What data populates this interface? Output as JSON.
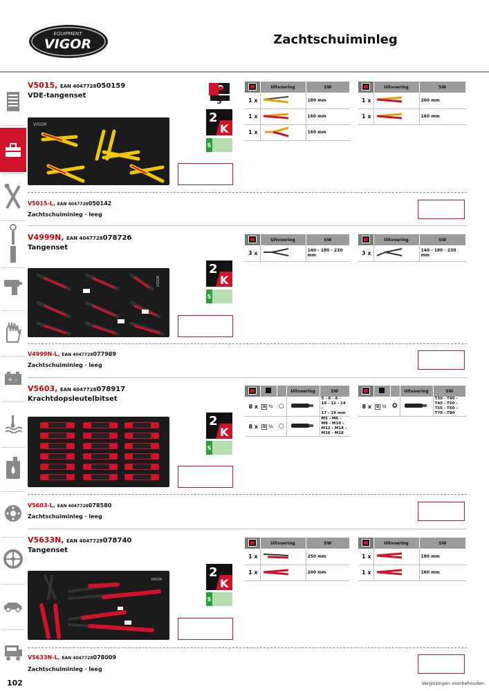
{
  "header": {
    "brand": "VIGOR",
    "brand_tag": "EQUIPMENT",
    "title": "Zachtschuiminleg"
  },
  "sidebar": [
    {
      "icon": "cabinet-icon",
      "active": false
    },
    {
      "icon": "toolbox-icon",
      "active": true
    },
    {
      "icon": "wrench-screwdriver-icon",
      "active": false
    },
    {
      "icon": "socket-wrench-icon",
      "active": false
    },
    {
      "icon": "impact-gun-icon",
      "active": false
    },
    {
      "icon": "glove-icon",
      "active": false
    },
    {
      "icon": "battery-icon",
      "active": false
    },
    {
      "icon": "coolant-icon",
      "active": false
    },
    {
      "icon": "oil-can-icon",
      "active": false
    },
    {
      "icon": "brake-disc-icon",
      "active": false
    },
    {
      "icon": "wheel-icon",
      "active": false
    },
    {
      "icon": "car-icon",
      "active": false
    },
    {
      "icon": "truck-icon",
      "active": false
    }
  ],
  "products": [
    {
      "code": "V5015",
      "ean_prefix": "EAN 4047728",
      "ean_main": "050159",
      "name": "VDE-tangenset",
      "badge_number": "5",
      "sub_code": "V5015-L",
      "sub_ean_prefix": "EAN 4047728",
      "sub_ean_main": "050142",
      "sub_name": "Zachtschuiminleg · leeg",
      "table_headers": [
        "Uitvoering",
        "SW"
      ],
      "left_rows": [
        {
          "qty": "1 x",
          "sw": "180 mm"
        },
        {
          "qty": "1 x",
          "sw": "160 mm"
        },
        {
          "qty": "1 x",
          "sw": "160 mm"
        }
      ],
      "right_rows": [
        {
          "qty": "1 x",
          "sw": "200 mm"
        },
        {
          "qty": "1 x",
          "sw": "160 mm"
        }
      ]
    },
    {
      "code": "V4999N",
      "ean_prefix": "EAN 4047728",
      "ean_main": "078726",
      "name": "Tangenset",
      "sub_code": "V4999N-L",
      "sub_ean_prefix": "EAN 4047728",
      "sub_ean_main": "077989",
      "sub_name": "Zachtschuiminleg · leeg",
      "table_headers": [
        "Uitvoering",
        "SW"
      ],
      "left_rows": [
        {
          "qty": "3 x",
          "sw": "140 - 180 - 230 mm"
        }
      ],
      "right_rows": [
        {
          "qty": "3 x",
          "sw": "140 - 180 - 230 mm"
        }
      ]
    },
    {
      "code": "V5603",
      "ean_prefix": "EAN 4047728",
      "ean_main": "078917",
      "name": "Krachtdopsleutelbitset",
      "sub_code": "V5603-L",
      "sub_ean_prefix": "EAN 4047728",
      "sub_ean_main": "078580",
      "sub_name": "Zachtschuiminleg · leeg",
      "table_headers": [
        "Uitvoering",
        "SW"
      ],
      "drive": "½",
      "left_rows": [
        {
          "qty": "8 x",
          "sw_lines": [
            "5 - 6 - 8 -",
            "10 - 12 - 14 -",
            "17 - 19 mm"
          ]
        },
        {
          "qty": "8 x",
          "sw_lines": [
            "M5 - M6 -",
            "M8 - M10 -",
            "M12 - M14 -",
            "M16 - M18"
          ]
        }
      ],
      "right_rows": [
        {
          "qty": "8 x",
          "sw_lines": [
            "T30 - T40 -",
            "T45 - T50 -",
            "T55 - T60 -",
            "T70 - T80"
          ]
        }
      ]
    },
    {
      "code": "V5633N",
      "ean_prefix": "EAN 4047728",
      "ean_main": "078740",
      "name": "Tangenset",
      "sub_code": "V5633N-L",
      "sub_ean_prefix": "EAN 4047728",
      "sub_ean_main": "078009",
      "sub_name": "Zachtschuiminleg · leeg",
      "table_headers": [
        "Uitvoering",
        "SW"
      ],
      "left_rows": [
        {
          "qty": "1 x",
          "sw": "250 mm"
        },
        {
          "qty": "1 x",
          "sw": "200 mm"
        }
      ],
      "right_rows": [
        {
          "qty": "1 x",
          "sw": "180 mm"
        },
        {
          "qty": "1 x",
          "sw": "160 mm"
        }
      ]
    }
  ],
  "badges": {
    "two_k": "2",
    "k": "K",
    "s": "S"
  },
  "footer": {
    "page_number": "102",
    "note": "Vergissingen voorbehouden"
  }
}
